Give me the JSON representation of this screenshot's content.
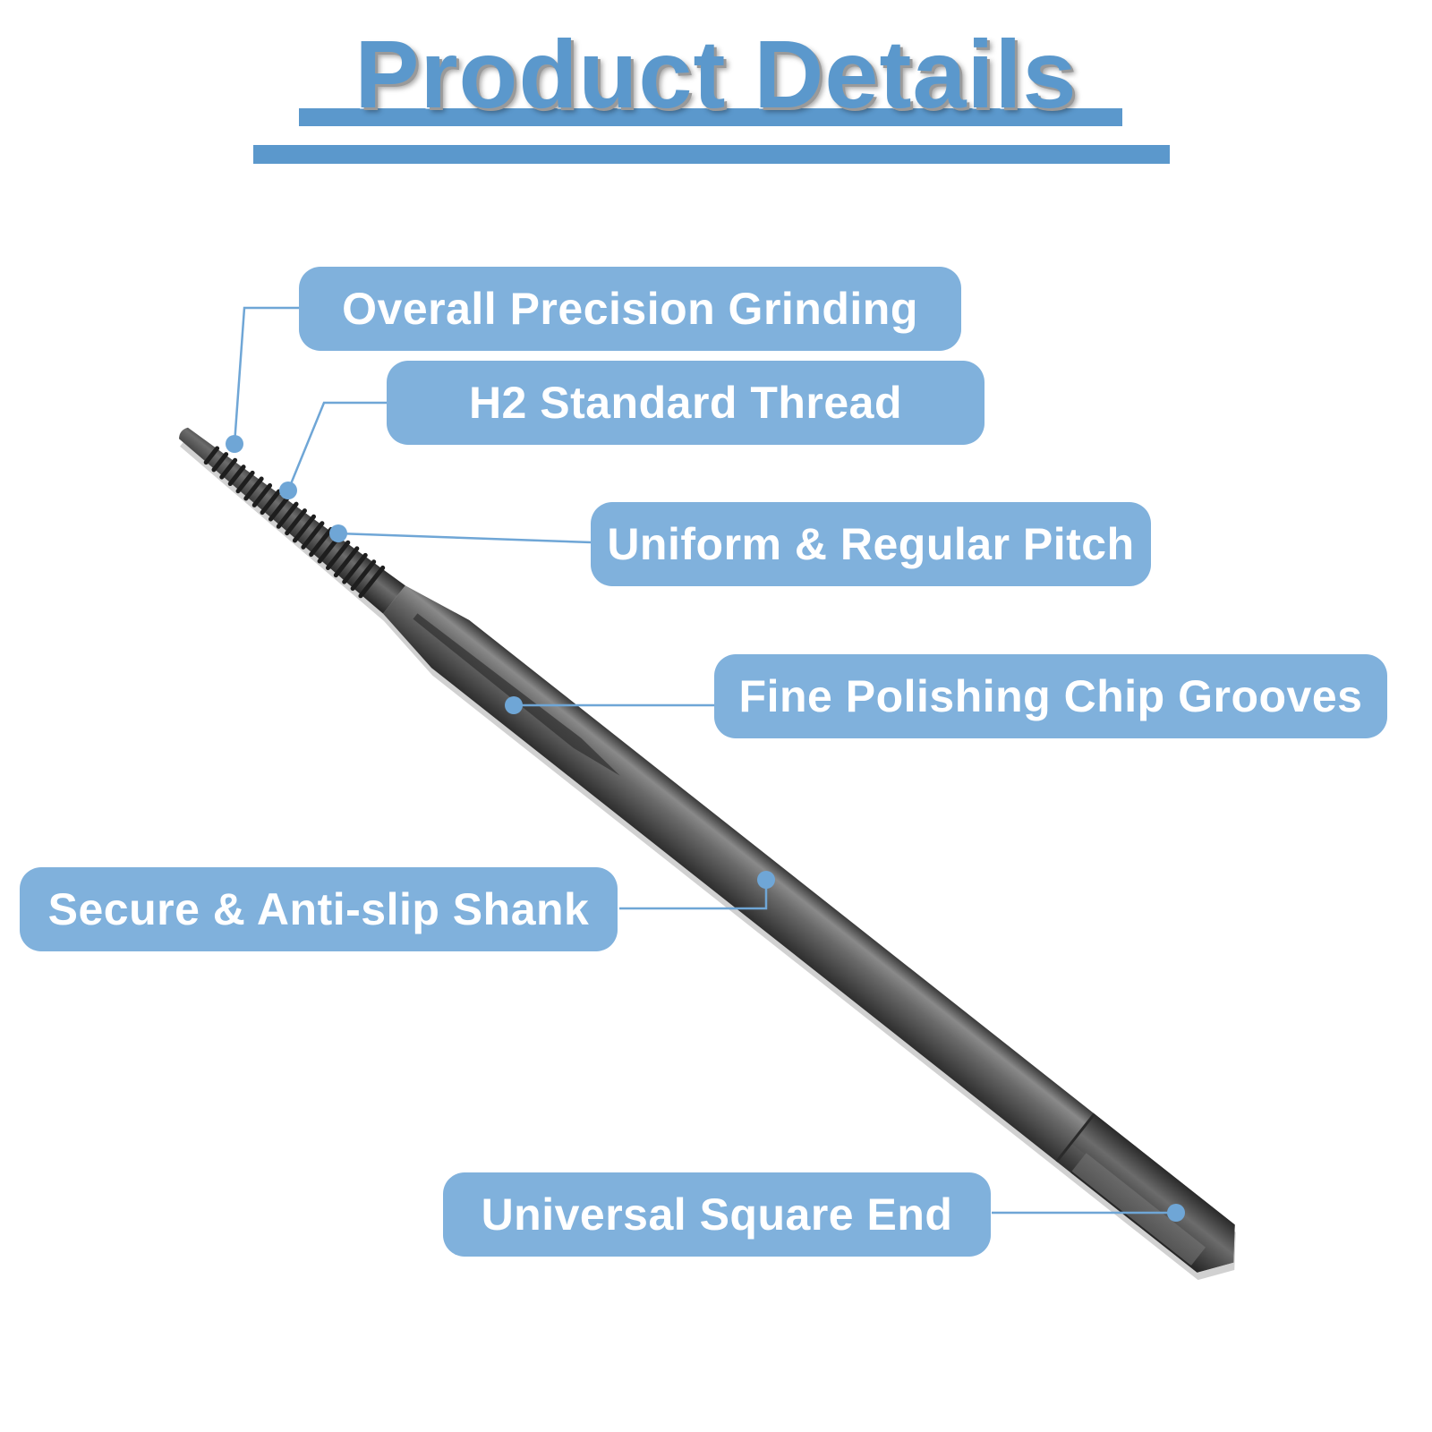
{
  "title": "Product Details",
  "colors": {
    "accent": "#5b98cc",
    "callout_background": "#80b1dc",
    "callout_text": "#ffffff",
    "leader_line": "#6fa6d6",
    "tool_metal": "#555555"
  },
  "product_image": {
    "subject": "tap-icon"
  },
  "callouts": [
    {
      "id": "overall-precision-grinding",
      "label": "Overall Precision Grinding"
    },
    {
      "id": "h2-standard-thread",
      "label": "H2 Standard Thread"
    },
    {
      "id": "uniform-regular-pitch",
      "label": "Uniform & Regular Pitch"
    },
    {
      "id": "fine-polishing-chip-grooves",
      "label": "Fine Polishing Chip Grooves"
    },
    {
      "id": "secure-anti-slip-shank",
      "label": "Secure & Anti-slip Shank"
    },
    {
      "id": "universal-square-end",
      "label": "Universal Square End"
    }
  ]
}
